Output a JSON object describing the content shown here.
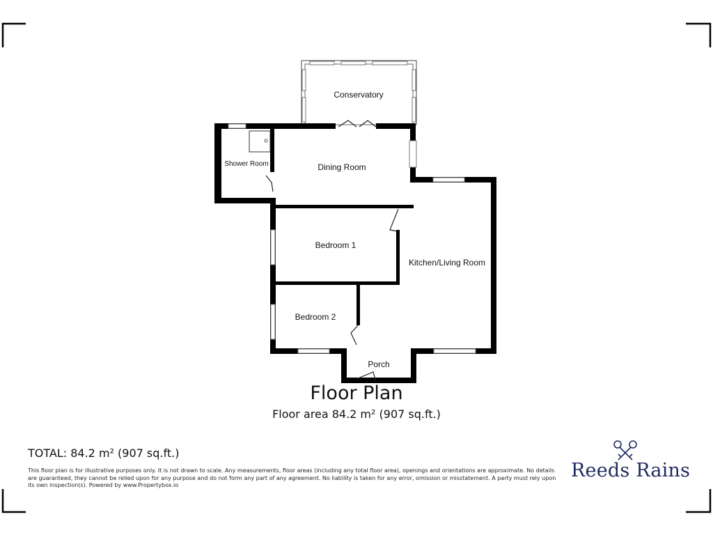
{
  "plan": {
    "rooms": {
      "conservatory": "Conservatory",
      "shower_room": "Shower Room",
      "dining_room": "Dining Room",
      "bedroom_1": "Bedroom 1",
      "kitchen_living": "Kitchen/Living Room",
      "bedroom_2": "Bedroom 2",
      "porch": "Porch"
    }
  },
  "footer": {
    "title": "Floor Plan",
    "floor_area": "Floor area 84.2 m² (907 sq.ft.)",
    "total": "TOTAL: 84.2 m² (907 sq.ft.)",
    "disclaimer": "This floor plan is for illustrative purposes only. It is not drawn to scale. Any measurements, floor areas (including any total floor area), openings and orientations are approximate. No details are guaranteed, they cannot be relied upon for any purpose and do not form any part of any agreement. No liability is taken for any error, omission or misstatement. A party must rely upon its own inspection(s). Powered by www.Propertybox.io",
    "brand": "Reeds Rains",
    "brand_color": "#1e2a5e"
  }
}
